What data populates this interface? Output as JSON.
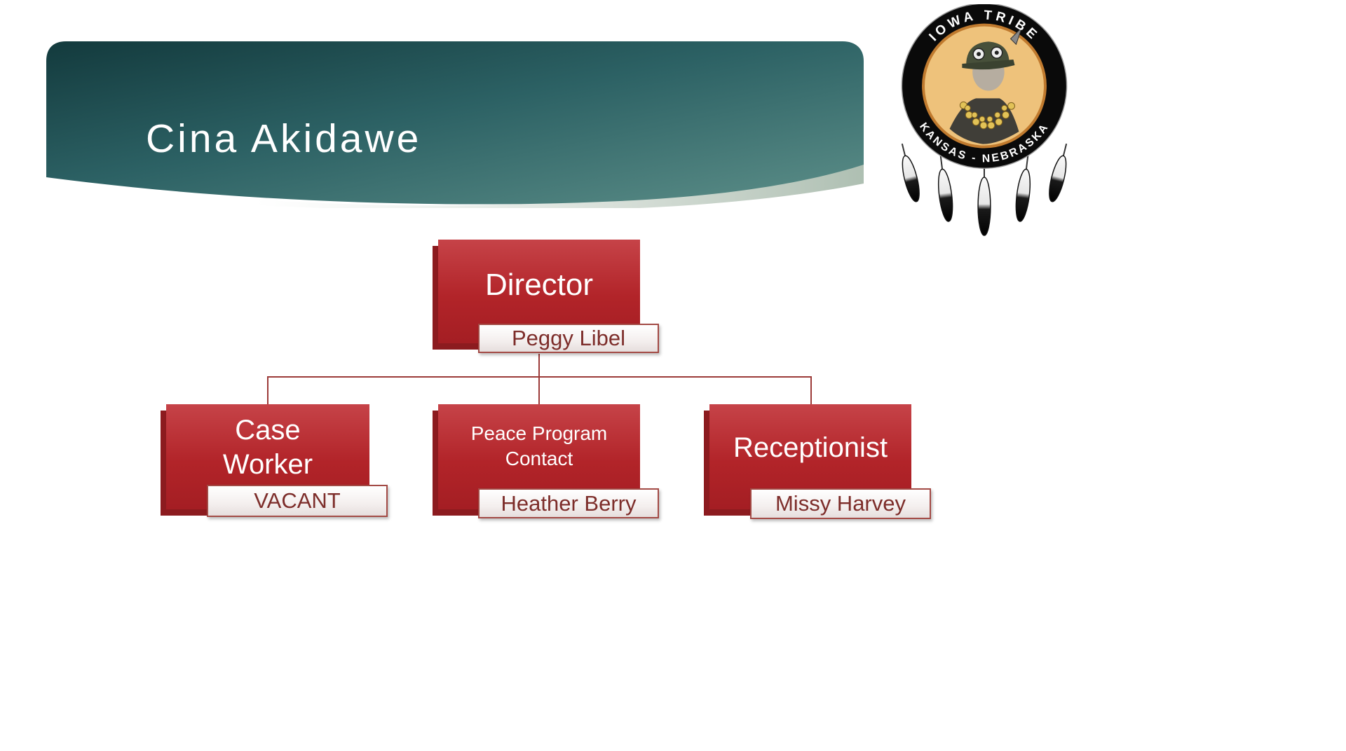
{
  "slide": {
    "title": "Cina Akidawe"
  },
  "logo": {
    "top_text": "IOWA TRIBE",
    "bottom_text": "KANSAS - NEBRASKA"
  },
  "org_chart": {
    "root": {
      "role": "Director",
      "name": "Peggy Libel"
    },
    "children": [
      {
        "role": "Case Worker",
        "name": "VACANT"
      },
      {
        "role": "Peace Program Contact",
        "name": "Heather Berry"
      },
      {
        "role": "Receptionist",
        "name": "Missy Harvey"
      }
    ]
  },
  "colors": {
    "banner_teal_dark": "#133a3d",
    "banner_teal_light": "#5d8f89",
    "box_red": "#b22429",
    "box_red_shadow": "#8c1b1f",
    "plate_border": "#a34a45",
    "plate_text": "#7d2d2a",
    "connector": "#9c3a38",
    "logo_gold": "#eec27b"
  }
}
